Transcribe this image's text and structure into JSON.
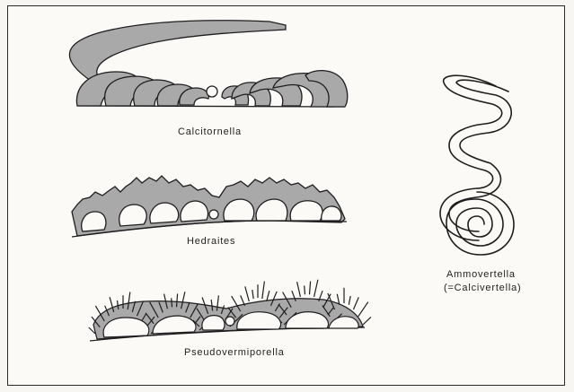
{
  "figure": {
    "labels": {
      "calcitornella": "Calcitornella",
      "hedraites": "Hedraites",
      "pseudovermiporella": "Pseudovermiporella",
      "ammovertella": "Ammovertella",
      "ammovertella_alt": "(=Calcivertella)"
    },
    "colors": {
      "fill": "#a9a9a9",
      "stroke": "#1e1e1e",
      "frame": "#2a2a2a",
      "background": "#fbfaf7"
    }
  }
}
